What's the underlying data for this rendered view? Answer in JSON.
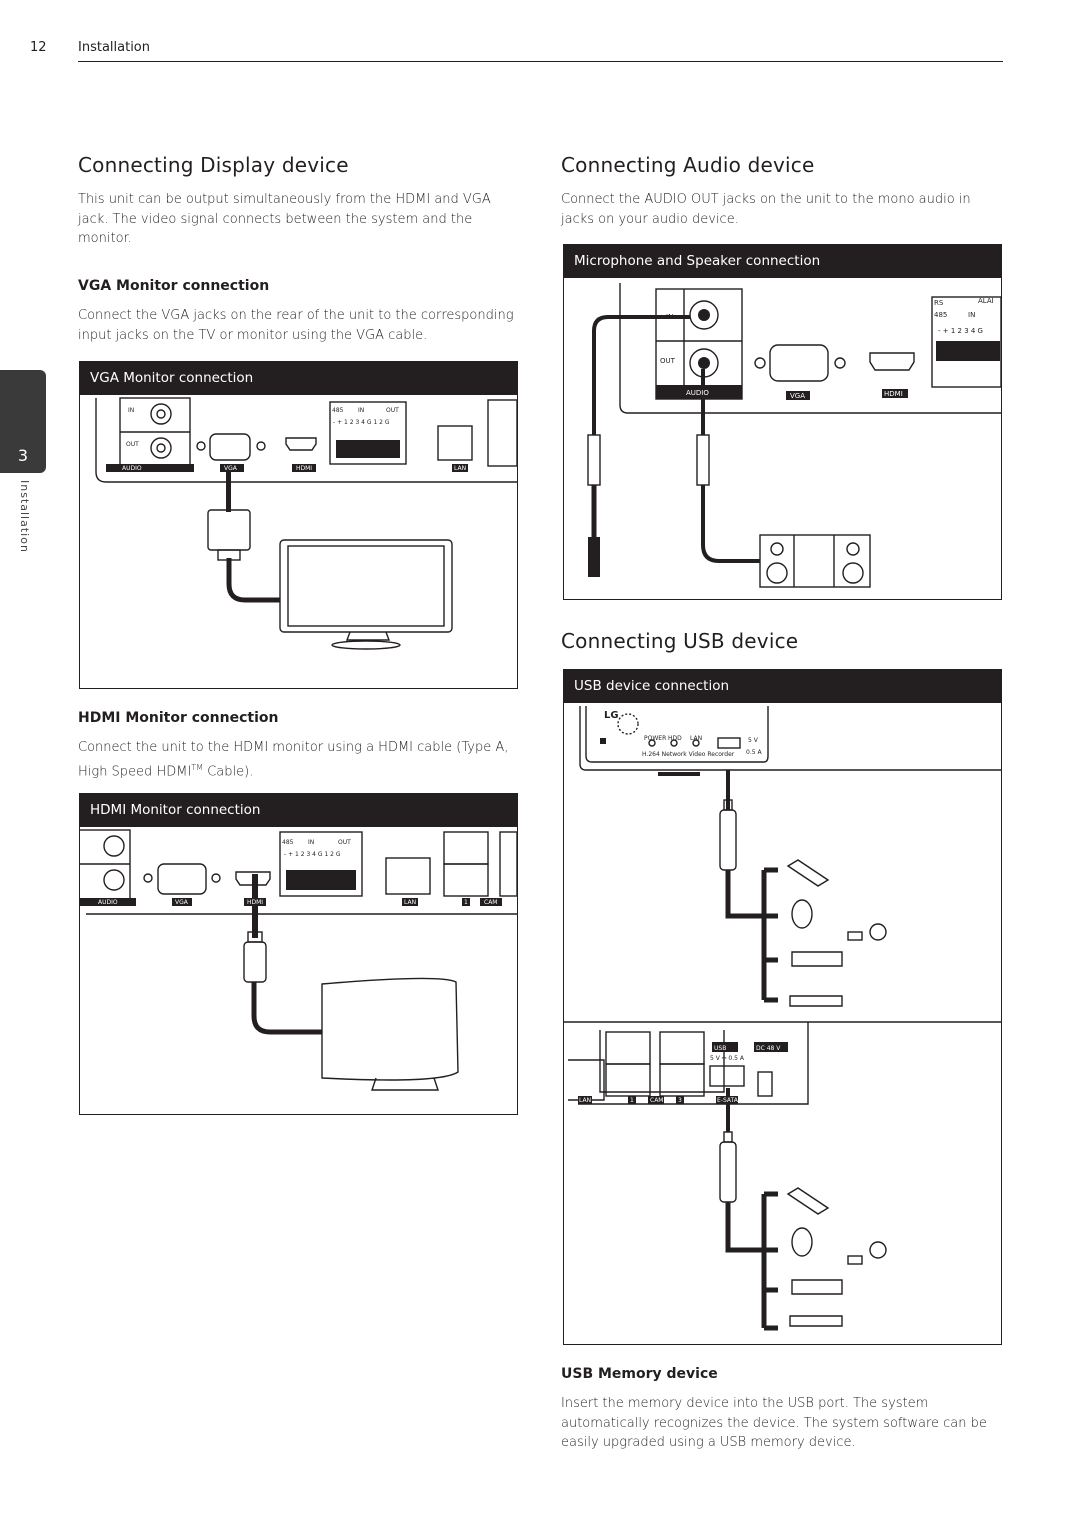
{
  "header": {
    "page_number": "12",
    "section": "Installation"
  },
  "side_tab": {
    "chapter": "3",
    "label": "Installation"
  },
  "display": {
    "title": "Connecting Display device",
    "intro": "This unit can be output simultaneously from the HDMI and VGA jack. The video signal connects between the system and the monitor.",
    "vga": {
      "heading": "VGA Monitor connection",
      "text": "Connect the VGA jacks on the rear of the unit to the corresponding input jacks on the TV or monitor using the VGA cable.",
      "figure_title": "VGA Monitor connection"
    },
    "hdmi": {
      "heading": "HDMI Monitor connection",
      "text_before": "Connect the unit to the HDMI monitor using a HDMI cable (Type A, High Speed HDMI",
      "text_sup": "TM",
      "text_after": " Cable).",
      "figure_title": "HDMI Monitor connection"
    }
  },
  "audio": {
    "title": "Connecting Audio device",
    "intro": "Connect the AUDIO OUT jacks on the unit to the mono audio in jacks on your audio device.",
    "figure_title": "Microphone and Speaker connection"
  },
  "usb": {
    "title": "Connecting USB device",
    "figure_title": "USB device connection",
    "memory": {
      "heading": "USB Memory device",
      "text": "Insert the memory device into the USB port. The system automatically recognizes the device. The system software can be easily upgraded using a USB memory device."
    }
  },
  "panel_labels": {
    "audio": "AUDIO",
    "vga": "VGA",
    "hdmi": "HDMI",
    "lan": "LAN",
    "cam": "CAM",
    "in": "IN",
    "out": "OUT",
    "rs": "RS",
    "n485": "485",
    "alarm": "ALAI",
    "alarm_pins": "- + 1 2 3 4 G 1 2 G",
    "alarm_pins_short": "- + 1 2 3 4 G",
    "usb": "USB",
    "power": "POWER",
    "hdd": "HDD",
    "recorder": "H.264 Network Video Recorder",
    "v5": "5 V",
    "a05": "0.5 A",
    "dc": "DC 48 V",
    "usb_rating": "5 V ⎓ 0.5 A",
    "esata": "E-SATA",
    "brand": "LG",
    "one": "1",
    "three": "3"
  }
}
